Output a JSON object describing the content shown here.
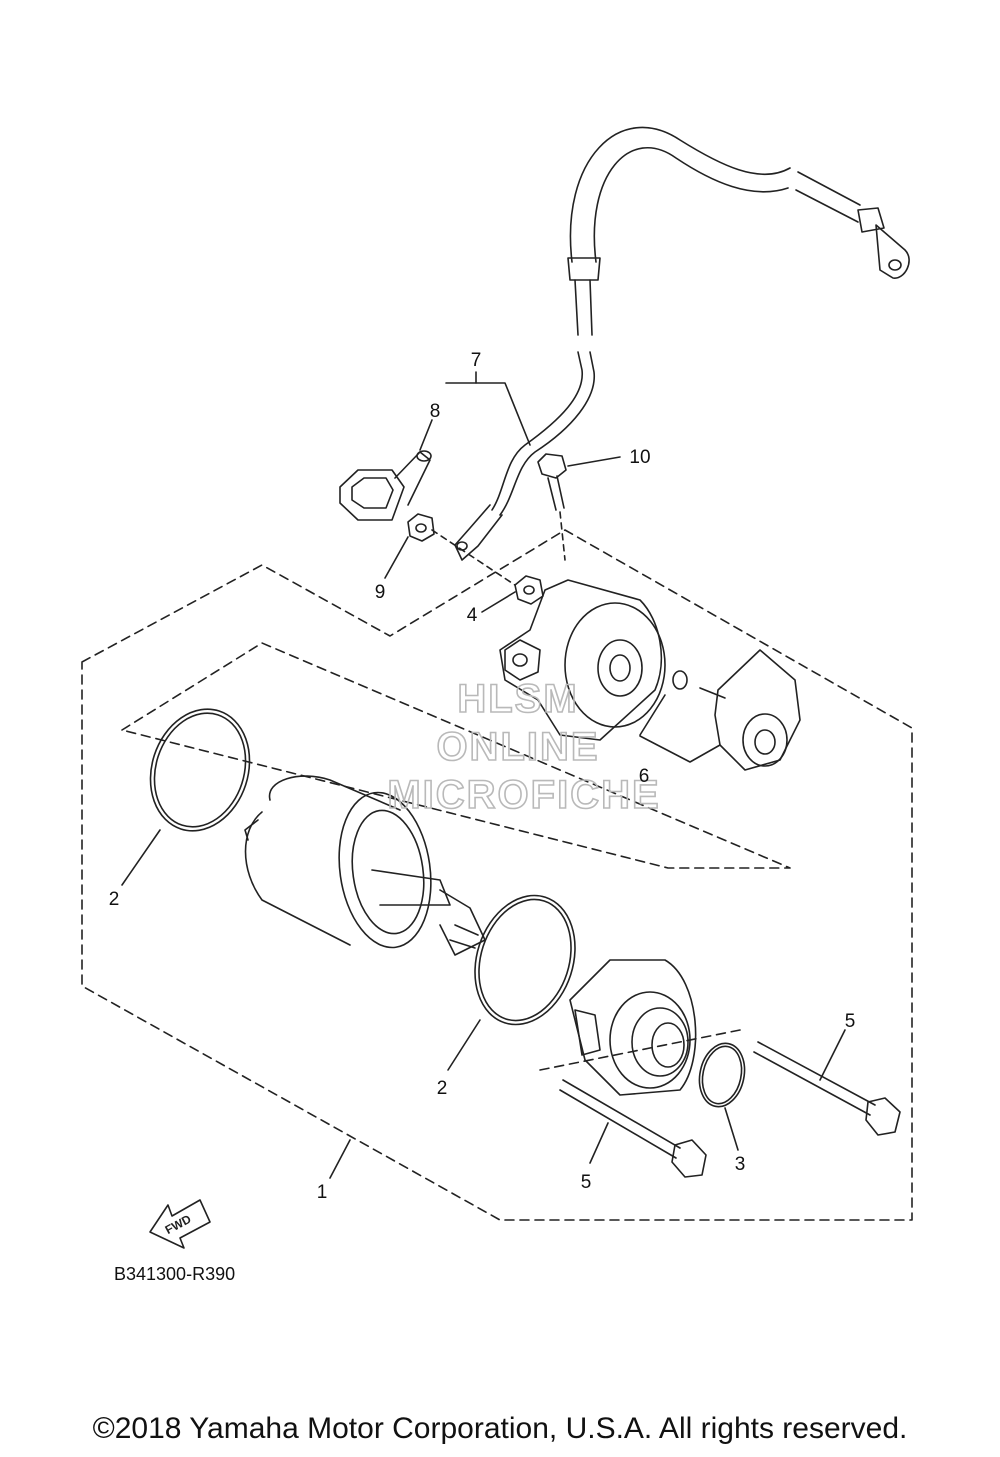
{
  "diagram_code": "B341300-R390",
  "copyright": "©2018 Yamaha Motor Corporation, U.S.A. All rights reserved.",
  "watermark": [
    "HLSM",
    "ONLINE",
    "MICROFICHE"
  ],
  "fwd_label": "FWD",
  "callouts": {
    "c1": "1",
    "c2a": "2",
    "c2b": "2",
    "c3": "3",
    "c4": "4",
    "c5a": "5",
    "c5b": "5",
    "c6": "6",
    "c7": "7",
    "c8": "8",
    "c9": "9",
    "c10": "10"
  },
  "colors": {
    "line": "#222222",
    "watermark": "#b9b9b9",
    "background": "#ffffff"
  }
}
